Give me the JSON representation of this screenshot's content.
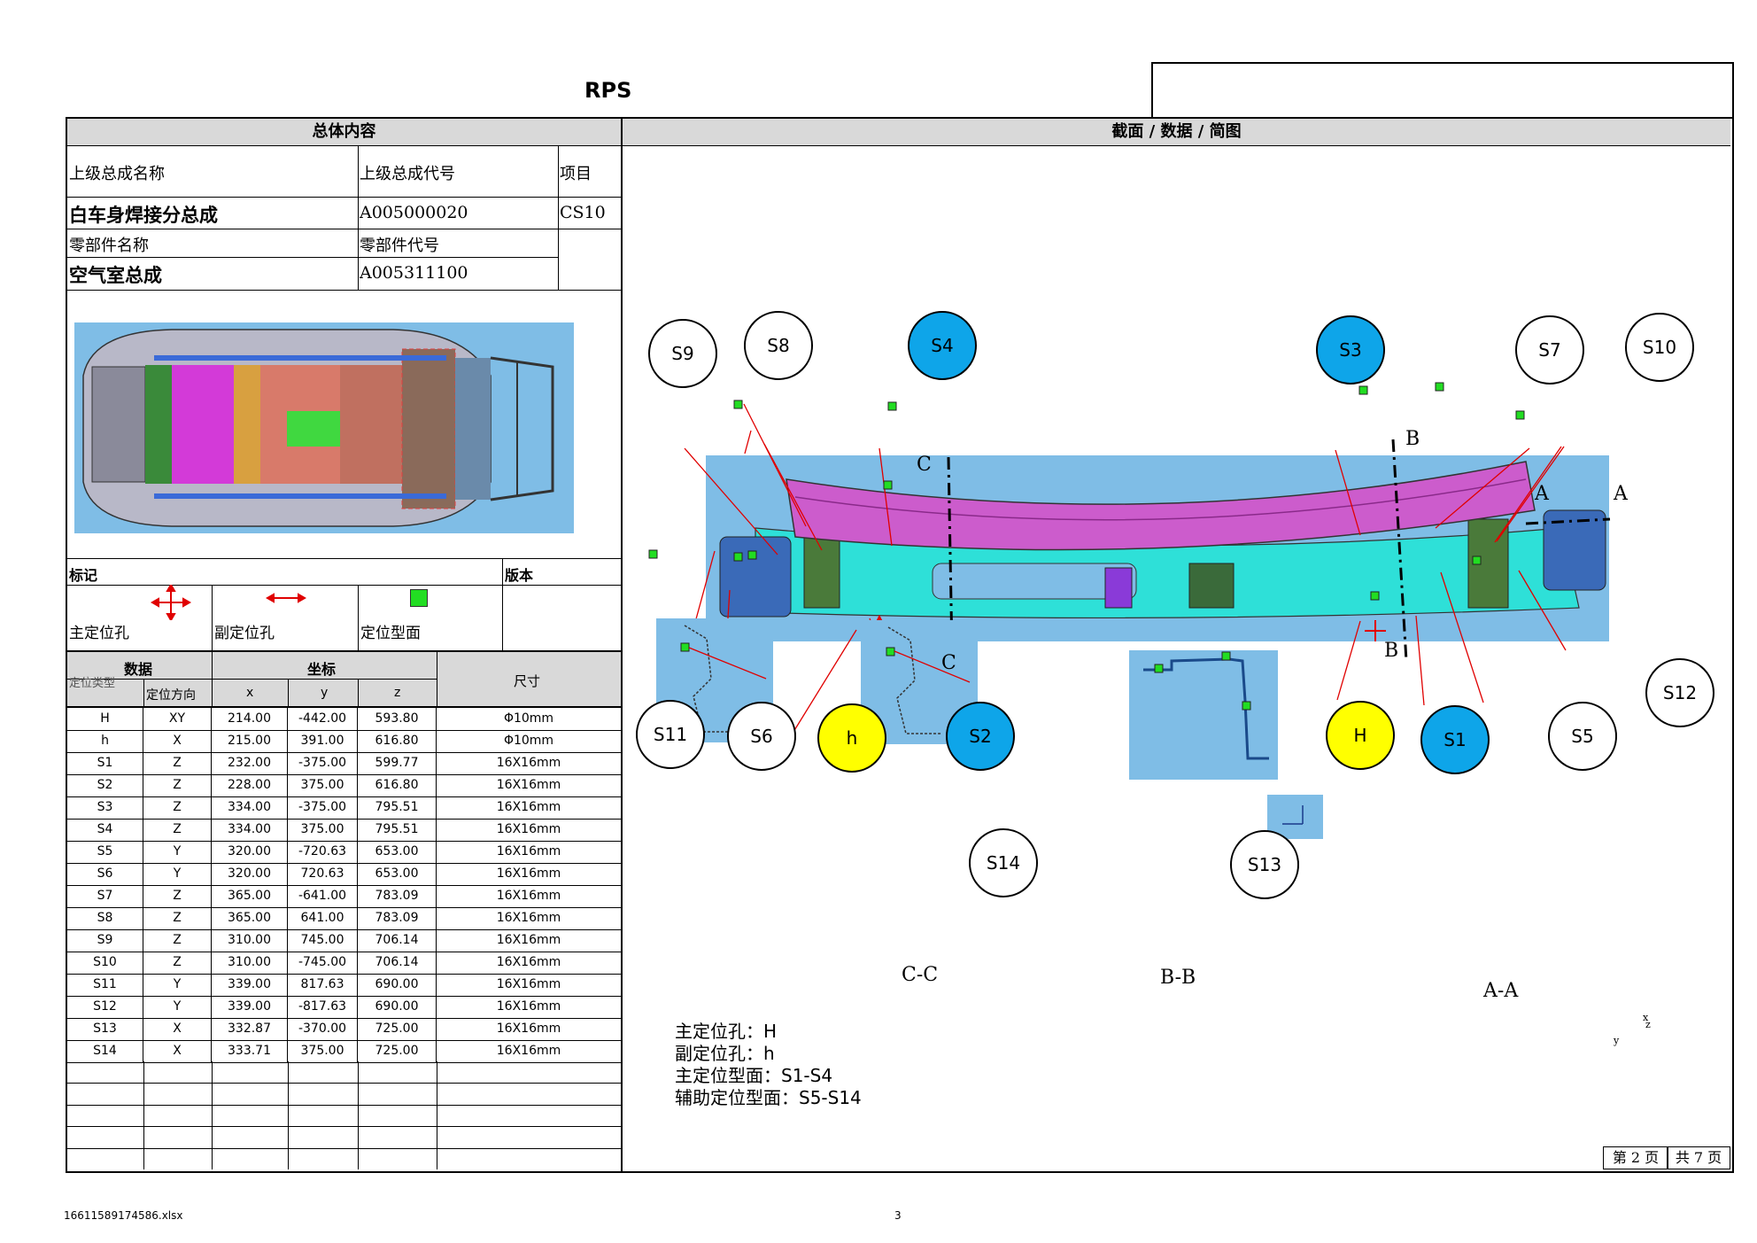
{
  "header": {
    "title": "RPS"
  },
  "left": {
    "general_header": "总体内容",
    "parent_name_label": "上级总成名称",
    "parent_code_label": "上级总成代号",
    "project_label": "项目",
    "parent_name": "白车身焊接分总成",
    "parent_code": "A005000020",
    "project": "CS10",
    "part_name_label": "零部件名称",
    "part_code_label": "零部件代号",
    "part_name": "空气室总成",
    "part_code": "A005311100",
    "mark_label": "标记",
    "version_label": "版本",
    "legend": {
      "main_hole": "主定位孔",
      "sub_hole": "副定位孔",
      "surface": "定位型面"
    },
    "data_header": "数据",
    "coord_header": "坐标",
    "size_header": "尺寸",
    "locate_type": "定位类型",
    "locate_dir": "定位方向",
    "col_x": "x",
    "col_y": "y",
    "col_z": "z",
    "rows": [
      [
        "H",
        "XY",
        "214.00",
        "-442.00",
        "593.80",
        "Φ10mm"
      ],
      [
        "h",
        "X",
        "215.00",
        "391.00",
        "616.80",
        "Φ10mm"
      ],
      [
        "S1",
        "Z",
        "232.00",
        "-375.00",
        "599.77",
        "16X16mm"
      ],
      [
        "S2",
        "Z",
        "228.00",
        "375.00",
        "616.80",
        "16X16mm"
      ],
      [
        "S3",
        "Z",
        "334.00",
        "-375.00",
        "795.51",
        "16X16mm"
      ],
      [
        "S4",
        "Z",
        "334.00",
        "375.00",
        "795.51",
        "16X16mm"
      ],
      [
        "S5",
        "Y",
        "320.00",
        "-720.63",
        "653.00",
        "16X16mm"
      ],
      [
        "S6",
        "Y",
        "320.00",
        "720.63",
        "653.00",
        "16X16mm"
      ],
      [
        "S7",
        "Z",
        "365.00",
        "-641.00",
        "783.09",
        "16X16mm"
      ],
      [
        "S8",
        "Z",
        "365.00",
        "641.00",
        "783.09",
        "16X16mm"
      ],
      [
        "S9",
        "Z",
        "310.00",
        "745.00",
        "706.14",
        "16X16mm"
      ],
      [
        "S10",
        "Z",
        "310.00",
        "-745.00",
        "706.14",
        "16X16mm"
      ],
      [
        "S11",
        "Y",
        "339.00",
        "817.63",
        "690.00",
        "16X16mm"
      ],
      [
        "S12",
        "Y",
        "339.00",
        "-817.63",
        "690.00",
        "16X16mm"
      ],
      [
        "S13",
        "X",
        "332.87",
        "-370.00",
        "725.00",
        "16X16mm"
      ],
      [
        "S14",
        "X",
        "333.71",
        "375.00",
        "725.00",
        "16X16mm"
      ]
    ]
  },
  "right": {
    "header": "截面 / 数据 / 简图",
    "callouts": {
      "s9": "S9",
      "s8": "S8",
      "s4": "S4",
      "s3": "S3",
      "s7": "S7",
      "s10": "S10",
      "s11": "S11",
      "s6": "S6",
      "h_small": "h",
      "s2": "S2",
      "h_big": "H",
      "s1": "S1",
      "s5": "S5",
      "s12": "S12",
      "s14": "S14",
      "s13": "S13"
    },
    "section_marks": {
      "c": "C",
      "b": "B",
      "a": "A"
    },
    "section_titles": {
      "cc": "C-C",
      "bb": "B-B",
      "aa": "A-A"
    },
    "notes": [
      {
        "label": "主定位孔：",
        "value": "H"
      },
      {
        "label": "副定位孔：",
        "value": "h"
      },
      {
        "label": "主定位型面：",
        "value": "S1-S4"
      },
      {
        "label": "辅助定位型面：",
        "value": "S5-S14"
      }
    ],
    "axis": {
      "x": "x",
      "y": "y",
      "z": "z"
    },
    "page_no": "第 2 页",
    "page_total": "共 7 页"
  },
  "footer": {
    "filename": "16611589174586.xlsx",
    "sheet_no": "3"
  },
  "colors": {
    "header_bg": "#d9d9d9",
    "blue_bg": "#7fbde6",
    "cyan_callout": "#0ea5e9",
    "yellow_callout": "#ffff00",
    "green_marker": "#22dd22",
    "red_line": "#e00000"
  }
}
